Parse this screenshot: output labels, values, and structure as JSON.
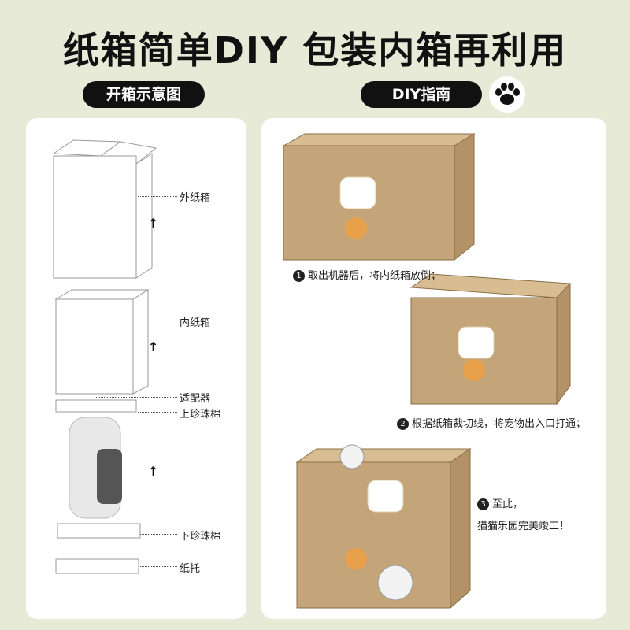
{
  "title": "纸箱简单DIY 包装内箱再利用",
  "left": {
    "pill": "开箱示意图",
    "labels": [
      "外纸箱",
      "内纸箱",
      "适配器",
      "上珍珠棉",
      "下珍珠棉",
      "纸托"
    ]
  },
  "right": {
    "pill": "DIY指南",
    "paw_icon": "paw-icon",
    "steps": [
      {
        "num": "1",
        "text": "取出机器后，将内纸箱放倒；"
      },
      {
        "num": "2",
        "text": "根据纸箱裁切线，将宠物出入口打通；"
      },
      {
        "num": "3",
        "text": "至此，",
        "text2": "猫猫乐园完美竣工！"
      }
    ]
  },
  "colors": {
    "background": "#e6ead6",
    "cardboard": "#c4a57a",
    "pill": "#111111"
  }
}
